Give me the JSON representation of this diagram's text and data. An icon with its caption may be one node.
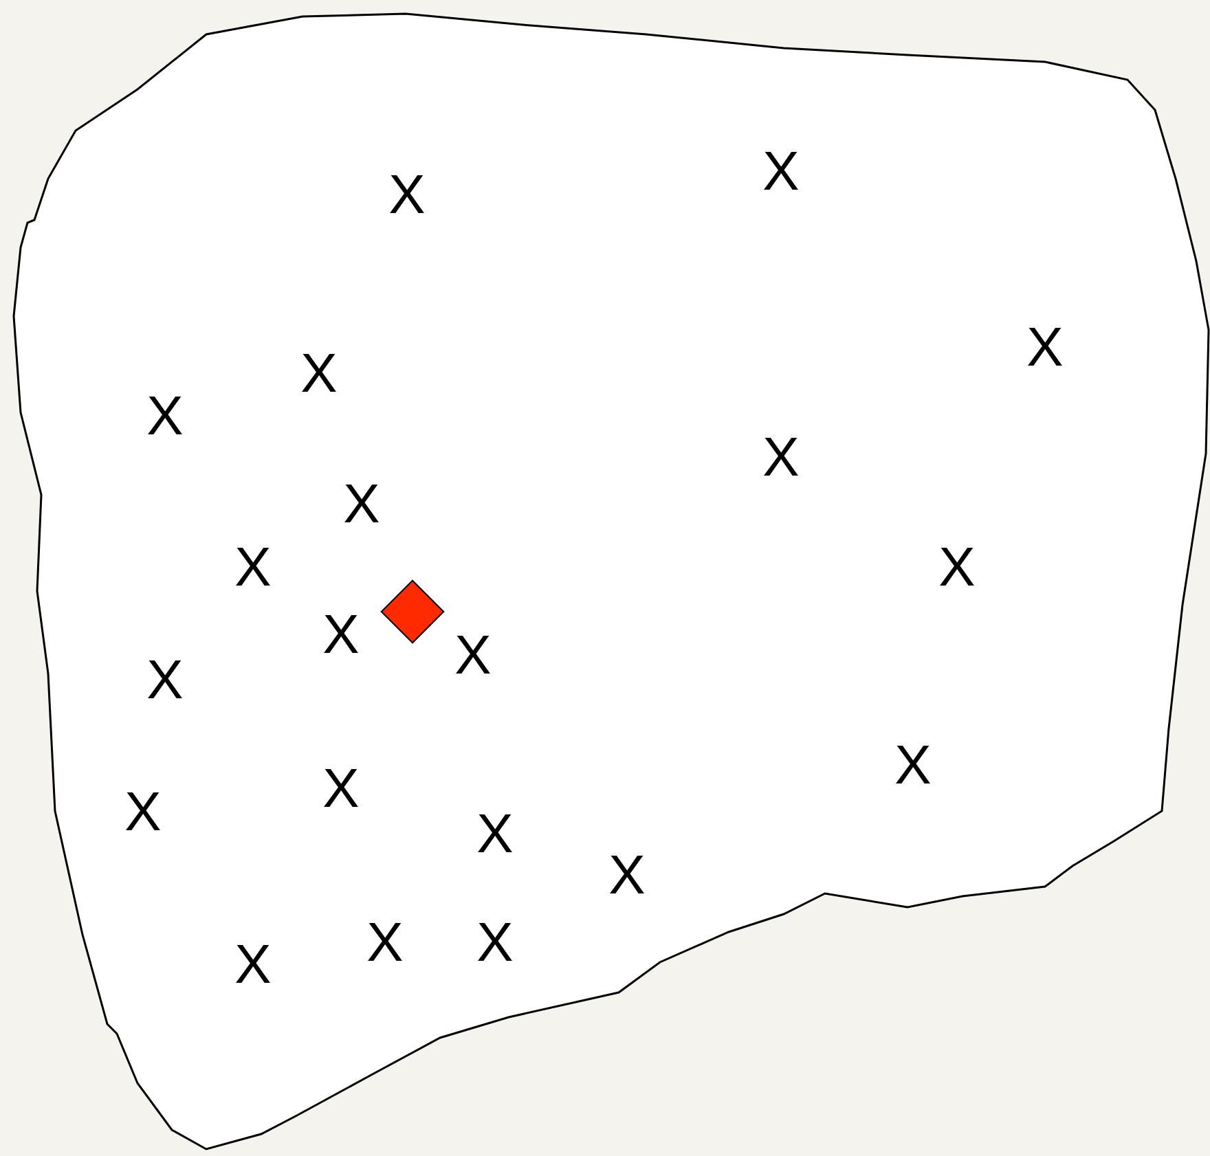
{
  "diagram": {
    "nodes": [
      {
        "text": [
          "X",
          "X",
          "X",
          "X",
          "X",
          "X",
          "X",
          "X",
          "X",
          "X",
          "X",
          "X",
          "X",
          "X",
          "X",
          "X",
          "X",
          "X",
          "X",
          "X"
        ]
      }
    ]
  }
}
